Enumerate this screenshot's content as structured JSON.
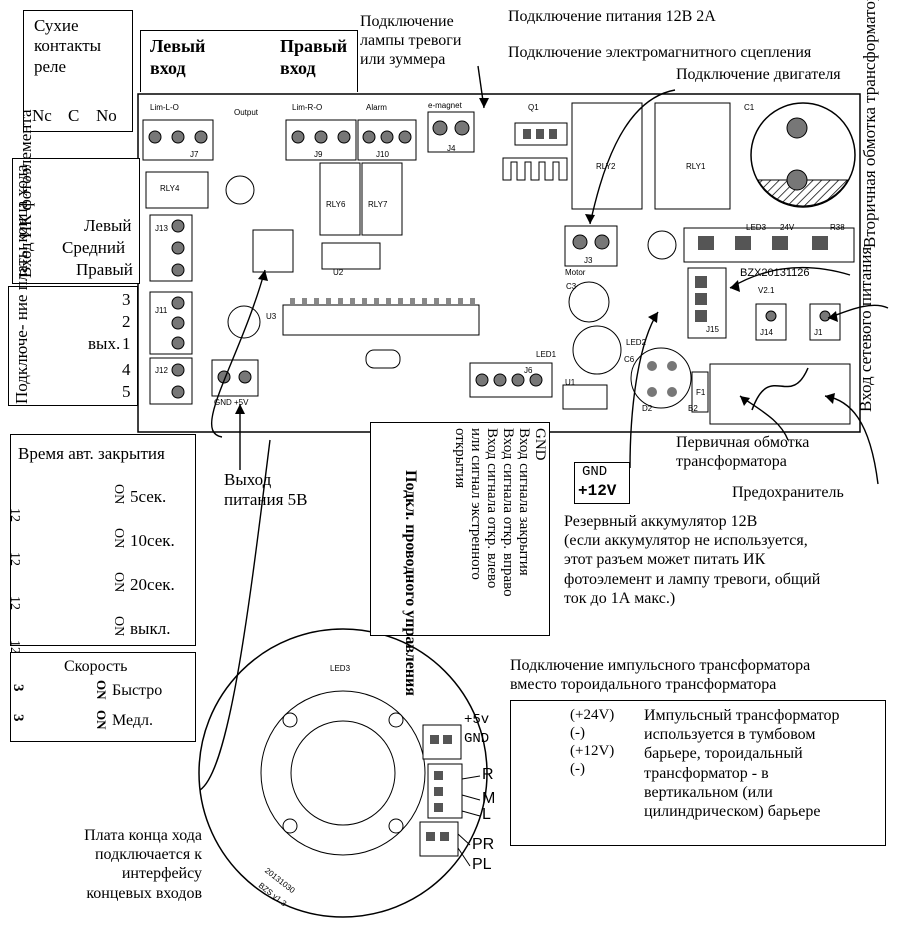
{
  "relay_box": {
    "title": "Сухие\nконтакты\nреле",
    "nc": "Nc",
    "c": "C",
    "no": "No"
  },
  "inputs_box": {
    "left": "Левый\nвход",
    "right": "Правый\nвход"
  },
  "lamp_label": "Подключение\nлампы тревоги\nили зуммера",
  "power_label": "Подключение питания 12В 2А",
  "magnet_label": "Подключение электромагнитного сцепления",
  "motor_label": "Подключение двигателя",
  "ir_box": {
    "title": "Вход ИК\nфотоэлемента",
    "left": "Левый",
    "mid": "Средний",
    "right": "Правый"
  },
  "limit_box": {
    "title": "Подключе-\nние платы\nконца хода",
    "n3": "3",
    "n2": "2",
    "n1": "1",
    "out": "вых.",
    "n4": "4",
    "n5": "5"
  },
  "secondary_label": "Вторичная обмотка\nтрансформатора",
  "mains_label": "Вход сетевого\nпитания",
  "autoclose": {
    "title": "Время авт. закрытия",
    "rows": [
      {
        "left": "12",
        "right": "ON",
        "label": "5сек."
      },
      {
        "left": "12",
        "right": "ON",
        "label": "10сек."
      },
      {
        "left": "12",
        "right": "ON",
        "label": "20сек."
      },
      {
        "left": "12",
        "right": "ON",
        "label": "выкл."
      }
    ]
  },
  "out5v_label": "Выход\nпитания 5В",
  "wired_box": {
    "lines": [
      "GND",
      "Вход сигнала закрытия",
      "Вход сигнала откр. вправо",
      "Вход сигнала откр. влево",
      "или сигнал экстренного",
      "открытия"
    ],
    "title": "Подкл. проводного\nуправления"
  },
  "primary_label": "Первичная обмотка\nтрансформатора",
  "fuse_label": "Предохранитель",
  "gnd12_box": {
    "gnd": "GND",
    "v12": "+12V"
  },
  "battery_label": "Резервный аккумулятор 12В\n(если аккумулятор не используется,\nэтот разъем может питать ИК\nфотоэлемент и лампу тревоги, общий\nток до 1А макс.)",
  "speed_box": {
    "title": "Скорость",
    "rows": [
      {
        "left": "3",
        "right": "ON",
        "label": "Быстро"
      },
      {
        "left": "3",
        "right": "ON",
        "label": "Медл."
      }
    ]
  },
  "pulse_box": {
    "title": "Подключение импульсного трансформатора\nвместо тороидального трансформатора",
    "pins": [
      "(+24V)",
      "(-)",
      "(+12V)",
      "(-)"
    ],
    "desc": "Импульсный трансформатор\nиспользуется в тумбовом\nбарьере, тороидальный\nтрансформатор - в\nвертикальном (или\nцилиндрическом) барьере"
  },
  "limitboard_label": "Плата конца хода\nподключается к\nинтерфейсу\nконцевых входов",
  "disk": {
    "v5": "+5v",
    "gnd": "GND",
    "r": "R",
    "m": "M",
    "l": "L",
    "pr": "PR",
    "pl": "PL",
    "date": "20131030",
    "ver": "BZS v1.3",
    "ref": "LED3"
  },
  "pcb": {
    "model": "BZX20131126",
    "ver": "V2.1",
    "lim_l": "Lim-L-O",
    "output": "Output",
    "lim_r": "Lim-R-O",
    "alarm": "Alarm",
    "emagnet": "e-magnet",
    "rly4": "RLY4",
    "rly6": "RLY6",
    "rly7": "RLY7",
    "rly2": "RLY2",
    "rly1": "RLY1",
    "motor": "Motor",
    "j7": "J7",
    "j9": "J9",
    "j10": "J10",
    "j4": "J4",
    "j3": "J3",
    "j11": "J11",
    "j12": "J12",
    "j13": "J13",
    "j6": "J6",
    "j14": "J14",
    "j1": "J1",
    "j15": "J15",
    "u3": "U3",
    "u2": "U2",
    "u1": "U1",
    "q1": "Q1",
    "c1": "C1",
    "c3": "C3",
    "c6": "C6",
    "d2": "D2",
    "b2": "B2",
    "f1": "F1",
    "gnd5": "GND +5V",
    "led1": "LED1",
    "led2": "LED2",
    "led3": "LED3",
    "v24": "24V",
    "r38": "R38"
  }
}
